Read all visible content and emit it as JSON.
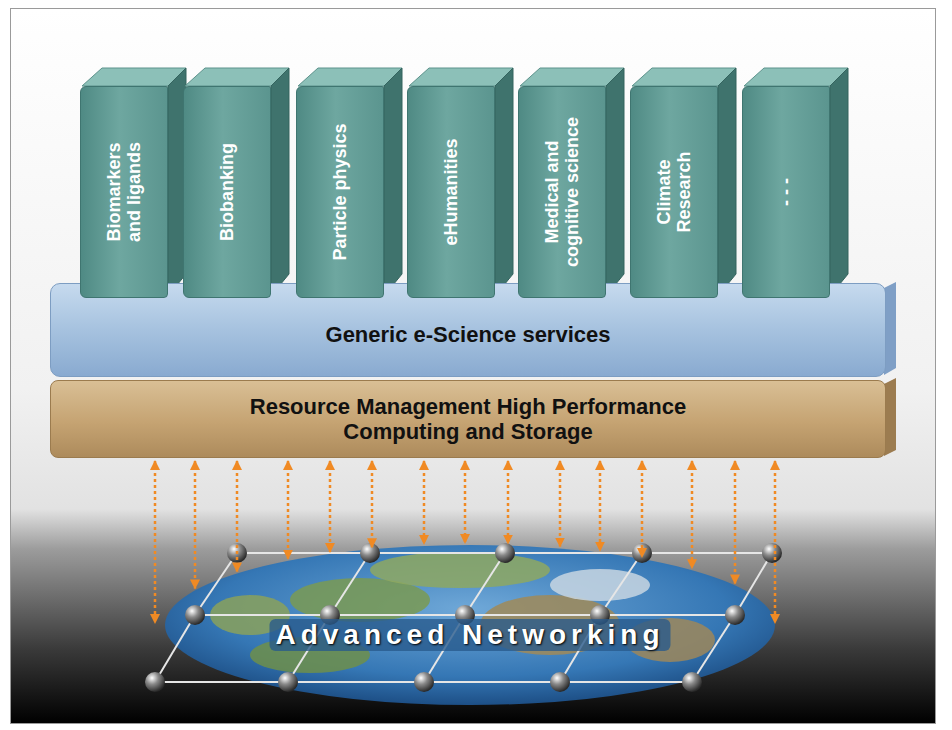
{
  "diagram": {
    "nodes": [
      {
        "text": [
          "Biomarkers and ligands"
        ]
      },
      {
        "text": [
          "Biobanking"
        ]
      },
      {
        "text": [
          "Particle physics"
        ]
      },
      {
        "text": [
          "eHumanities"
        ]
      },
      {
        "text": [
          "Medical and cognitive science"
        ]
      },
      {
        "text": [
          "Climate Research"
        ]
      },
      {
        "text": [
          "- - -"
        ]
      },
      {
        "text": [
          "Generic e-Science services"
        ]
      },
      {
        "text": [
          "Resource Management High Performance Computing and Storage"
        ]
      },
      {
        "text": [
          "Advanced Networking"
        ]
      }
    ],
    "edges": [
      {
        "from": 8,
        "to": 9,
        "arrow": "both"
      },
      {
        "from": 8,
        "to": 9,
        "arrow": "both"
      },
      {
        "from": 8,
        "to": 9,
        "arrow": "both"
      },
      {
        "from": 8,
        "to": 9,
        "arrow": "both"
      },
      {
        "from": 8,
        "to": 9,
        "arrow": "both"
      },
      {
        "from": 8,
        "to": 9,
        "arrow": "both"
      },
      {
        "from": 8,
        "to": 9,
        "arrow": "both"
      },
      {
        "from": 8,
        "to": 9,
        "arrow": "both"
      },
      {
        "from": 8,
        "to": 9,
        "arrow": "both"
      },
      {
        "from": 8,
        "to": 9,
        "arrow": "both"
      },
      {
        "from": 8,
        "to": 9,
        "arrow": "both"
      },
      {
        "from": 8,
        "to": 9,
        "arrow": "both"
      },
      {
        "from": 8,
        "to": 9,
        "arrow": "both"
      },
      {
        "from": 8,
        "to": 9,
        "arrow": "both"
      },
      {
        "from": 8,
        "to": 9,
        "arrow": "both"
      }
    ]
  }
}
